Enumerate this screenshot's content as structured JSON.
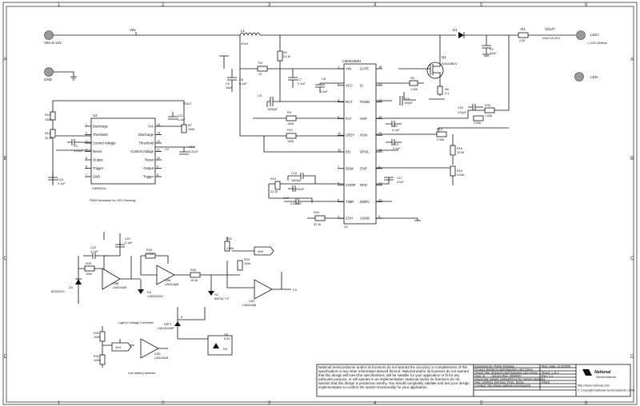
{
  "grid": {
    "cols": [
      "1",
      "2",
      "3",
      "4",
      "5",
      "6"
    ],
    "rows": [
      "A",
      "B",
      "C",
      "D"
    ]
  },
  "power": {
    "vin_node": "VIN",
    "vin_label": "VIN=5-12V",
    "gnd_label": "GND",
    "vout_node": "VOUT",
    "vout_label": "Vout=15-20V",
    "vout_small": "VOUT",
    "led_plus": "LED+",
    "led_current": "I_LED=500mA",
    "led_minus": "LED-"
  },
  "components": {
    "L1": {
      "ref": "L1",
      "val": "47uH"
    },
    "D1": {
      "ref": "D1"
    },
    "R1": {
      "ref": "R1",
      "val": "2.0E"
    },
    "C2": {
      "ref": "C2",
      "val": "10uF"
    },
    "R2": {
      "ref": "R2",
      "val": "51.1k"
    },
    "R4": {
      "ref": "R4",
      "val": "10"
    },
    "C5": {
      "ref": "C5",
      "val": "10uF"
    },
    "C6": {
      "ref": "C6",
      "val": "0.1uF"
    },
    "C7": {
      "ref": "C7",
      "val": "0.1uF"
    },
    "C8": {
      "ref": "C8",
      "val": "2.2uF"
    },
    "C9": {
      "ref": "C9",
      "val": "1000pF"
    },
    "Q1": {
      "ref": "Q1",
      "val": "Si3442BDV"
    },
    "R5": {
      "ref": "R5",
      "val": "1.00k"
    },
    "R6": {
      "ref": "R6",
      "val": "0.1"
    },
    "C10": {
      "ref": "C10",
      "val": "100pF"
    },
    "C20": {
      "ref": "C20",
      "val": "470pF"
    },
    "R33": {
      "ref": "R33",
      "val": "1.00k"
    },
    "R12b": {
      "ref": "R12",
      "val": "2.00k"
    },
    "R9": {
      "ref": "R9",
      "val": "100k"
    },
    "R12": {
      "ref": "R12",
      "val": "100k"
    },
    "C12": {
      "ref": "C12",
      "val": "0.1uF"
    },
    "C13": {
      "ref": "C13",
      "val": "0.1uF"
    },
    "R13": {
      "ref": "R13",
      "val": "2.00k"
    },
    "R16": {
      "ref": "R16",
      "val": "10.0k"
    },
    "R15": {
      "ref": "R15",
      "val": "4.02k"
    },
    "C17": {
      "ref": "C17",
      "val": "47uF"
    },
    "C15": {
      "ref": "C15",
      "val": "1000pF"
    },
    "R19": {
      "ref": "R19",
      "val": "22.1k"
    },
    "C16": {
      "ref": "C16",
      "val": "0.033uF"
    },
    "C19": {
      "ref": "C19",
      "val": "0.033uF"
    },
    "R20": {
      "ref": "R20",
      "val": "22.1k"
    },
    "R10": {
      "ref": "R10",
      "val": "100k"
    },
    "R14": {
      "ref": "R14",
      "val": "20.0k"
    },
    "C3": {
      "ref": "C3",
      "val": "0.01uF"
    },
    "C14a": {
      "ref": "C16",
      "val": "0.1uF"
    },
    "C11": {
      "ref": "C11",
      "val": "0.1uF"
    },
    "R7": {
      "ref": "R7",
      "val": "100k"
    },
    "C14": {
      "ref": "C14",
      "val": "0.22uF"
    },
    "C21": {
      "ref": "C21",
      "val": "0.1uF"
    },
    "C22": {
      "ref": "C22",
      "val": "4.7uF"
    },
    "R25": {
      "ref": "R25",
      "val": "100k"
    },
    "R23": {
      "ref": "R23",
      "val": "1.00k"
    },
    "R26": {
      "ref": "R26",
      "val": "10.0k"
    },
    "R22": {
      "ref": "R22",
      "val": "2.00k"
    },
    "R24": {
      "ref": "R24",
      "val": "100k"
    },
    "D3": {
      "ref": "D3",
      "val": "BC5201G"
    },
    "D4": {
      "ref": "D4",
      "val": "CMSD4263"
    },
    "D2": {
      "ref": "D2",
      "val": "BAT54-7-F"
    },
    "REF1": {
      "ref": "REF1",
      "val": "LMV431IMF"
    },
    "D5": {
      "ref": "D5",
      "val": "5.5V"
    },
    "R31": {
      "ref": "R31",
      "val": "100k"
    },
    "R32": {
      "ref": "R32",
      "val": "100k"
    }
  },
  "u1": {
    "ref": "LM3423MH",
    "ref_sub": "U1",
    "pins_left": [
      {
        "num": "1",
        "name": "VIN"
      },
      {
        "num": "2",
        "name": "VCC"
      },
      {
        "num": "3",
        "name": "RCT"
      },
      {
        "num": "9",
        "name": "FLT"
      },
      {
        "num": "11",
        "name": "LRDY"
      },
      {
        "num": "10",
        "name": "EN"
      },
      {
        "num": "7",
        "name": "DDM"
      },
      {
        "num": "3",
        "name": "COMP"
      },
      {
        "num": "5",
        "name": "TIMR"
      },
      {
        "num": "4",
        "name": "CSH"
      }
    ],
    "pins_right": [
      {
        "num": "18",
        "name": "GATE"
      },
      {
        "num": "17",
        "name": "IS"
      },
      {
        "num": "14",
        "name": "PGND"
      },
      {
        "num": "19",
        "name": "HSP"
      },
      {
        "num": "20",
        "name": "HSN"
      },
      {
        "num": "15",
        "name": "DPOL"
      },
      {
        "num": "8",
        "name": "OVP"
      },
      {
        "num": "13",
        "name": "RPD"
      },
      {
        "num": "12",
        "name": "DDRV"
      },
      {
        "num": "6",
        "name": "AGND"
      }
    ]
  },
  "u2": {
    "ref": "U2",
    "part": "LM556CM",
    "pins": [
      {
        "l": "Discharge",
        "r": "Vcc",
        "ln": "1",
        "rn": "14"
      },
      {
        "l": "Threshold",
        "r": "Discharge",
        "ln": "2",
        "rn": "13"
      },
      {
        "l": "Control Voltage",
        "r": "Threshold",
        "ln": "3",
        "rn": "12"
      },
      {
        "l": "Reset",
        "r": "Control Voltage",
        "ln": "4",
        "rn": "11"
      },
      {
        "l": "Output",
        "r": "Reset",
        "ln": "5",
        "rn": "10"
      },
      {
        "l": "Trigger",
        "r": "Output",
        "ln": "6",
        "rn": "9"
      },
      {
        "l": "GND",
        "r": "Trigger",
        "ln": "7",
        "rn": "8"
      }
    ],
    "caption": "PWM Modulator for LED Dimming"
  },
  "opamps": {
    "U3B": {
      "ref": "U3B",
      "part": "LM324AM"
    },
    "U3A": {
      "ref": "U3A",
      "part": "LM324AM"
    },
    "U3C": {
      "ref": "U3C",
      "part": "LM324AM"
    },
    "U3D": {
      "ref": "U3D",
      "part": "LM324AM"
    }
  },
  "nets": {
    "vref": "Vref",
    "cv": "CV",
    "k": "K",
    "nc": "NC"
  },
  "captions": {
    "light": "Light to Voltage Converter",
    "lowbat": "Low battery detector"
  },
  "disclaimer": "National Semiconductor and/or its licensors do not warrant the accuracy or completeness of this specification or any other information derived thereof. National and/or its licensors do not warrant that this design will meet the specifications, will be suitable for your application or fit for any particular purpose, or will operate in an implementation. National and/or its licensors do not warrant that this design is production worthy. You should completely validate and test your design implementation to confirm the system functionality for your application.",
  "titleblock": {
    "designed": "Designed for: Public Release",
    "mod_date": "Mod. Date: 11/9/2006",
    "project": "Project: Ambient Light Adaptive LED Driver",
    "sheet_title": "Sheet Title: Ambient Light Adaptive LED Driver",
    "sheet": "Sheet: 1 of 1",
    "size": "Size: B",
    "schem": "Schem Rev: 0000000",
    "rev": "Rev: 1.1",
    "assembly": "Assembly Variant: Default/Drop No Variant Selected",
    "file": "File: LM3423_Ref Des_Price_Schsc",
    "pages": "PADS",
    "contact": "Contact: http://www.national.com/support",
    "website": "http://www.national.com",
    "copyright": "© Copyright National Semiconductor 2006",
    "logo_top": "National",
    "logo_bottom": "Semiconductor"
  }
}
